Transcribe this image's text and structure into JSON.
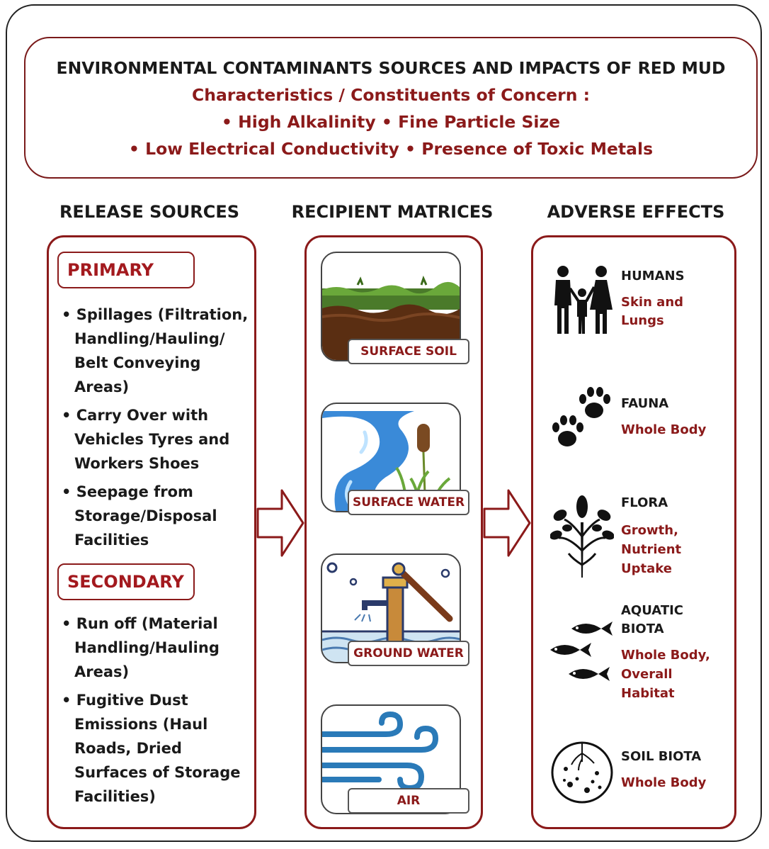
{
  "header": {
    "title": "ENVIRONMENTAL CONTAMINANTS SOURCES AND IMPACTS OF RED MUD",
    "subtitle": "Characteristics / Constituents of Concern :",
    "line1": "• High Alkalinity • Fine Particle Size",
    "line2": "• Low Electrical Conductivity • Presence of Toxic Metals"
  },
  "columns": {
    "sources": "RELEASE SOURCES",
    "matrices": "RECIPIENT MATRICES",
    "effects": "ADVERSE EFFECTS"
  },
  "sources": {
    "primary_label": "PRIMARY",
    "primary_items": [
      "• Spillages (Filtration, Handling/Hauling/ Belt Conveying Areas)",
      "• Carry Over with Vehicles Tyres and Workers Shoes",
      "• Seepage from Storage/Disposal Facilities"
    ],
    "secondary_label": "SECONDARY",
    "secondary_items": [
      "• Run off (Material Handling/Hauling Areas)",
      "• Fugitive Dust Emissions (Haul Roads, Dried Surfaces of Storage Facilities)"
    ]
  },
  "matrices": [
    {
      "label": "SURFACE SOIL",
      "icon": "soil-icon"
    },
    {
      "label": "SURFACE WATER",
      "icon": "river-icon"
    },
    {
      "label": "GROUND WATER",
      "icon": "water-pump-icon"
    },
    {
      "label": "AIR",
      "icon": "wind-icon"
    }
  ],
  "effects": [
    {
      "name": "HUMANS",
      "desc_lines": [
        "Skin and",
        "Lungs"
      ],
      "icon": "family-icon"
    },
    {
      "name": "FAUNA",
      "desc_lines": [
        "Whole Body"
      ],
      "icon": "paw-prints-icon"
    },
    {
      "name": "FLORA",
      "desc_lines": [
        "Growth,",
        "Nutrient",
        "Uptake"
      ],
      "icon": "plant-icon"
    },
    {
      "name_lines": [
        "AQUATIC",
        "BIOTA"
      ],
      "desc_lines": [
        "Whole Body,",
        "Overall",
        "Habitat"
      ],
      "icon": "fish-icon"
    },
    {
      "name": "SOIL BIOTA",
      "desc_lines": [
        "Whole Body"
      ],
      "icon": "soil-microbes-icon"
    }
  ],
  "colors": {
    "accent": "#8b1a1a",
    "text": "#1a1a1a"
  }
}
